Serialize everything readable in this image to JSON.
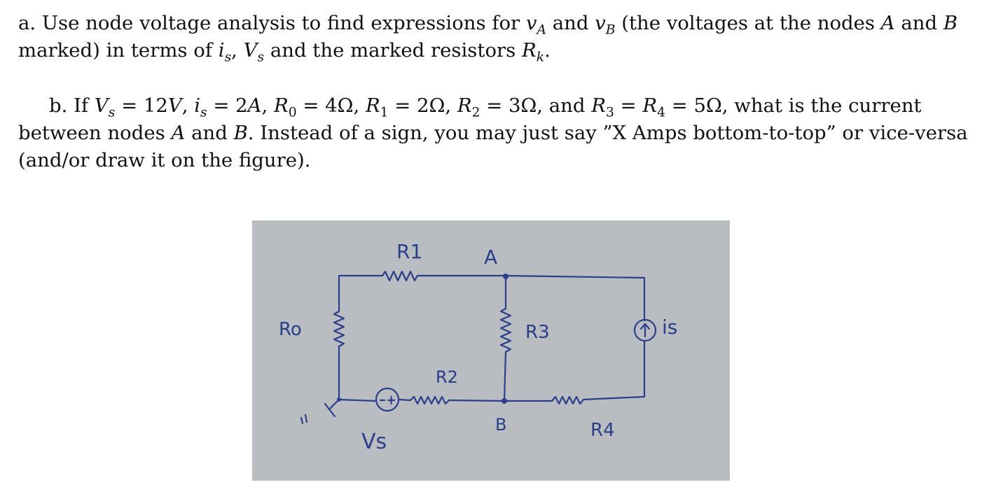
{
  "part_a": {
    "lines": [
      "a. Use node voltage analysis to find expressions for vA and vB (the voltages at the nodes A and B",
      "marked) in terms of is, Vs and the marked resistors Rk."
    ]
  },
  "part_b": {
    "lines": [
      "b. If Vs = 12V, is = 2A, R0 = 4Ω, R1 = 2Ω, R2 = 3Ω, and R3 = R4 = 5Ω, what is the current",
      "between nodes A and B. Instead of a sign, you may just say \"X Amps bottom-to-top\" or vice-versa",
      "(and/or draw it on the figure)."
    ]
  },
  "figure": {
    "labels": {
      "r1": "R1",
      "a": "A",
      "r0": "Ro",
      "r3": "R3",
      "is": "is",
      "r2": "R2",
      "b": "B",
      "r4": "R4",
      "vs": "Vs"
    },
    "ink_color": "#2b3e8a",
    "paper_color": "#b9bdc2"
  }
}
